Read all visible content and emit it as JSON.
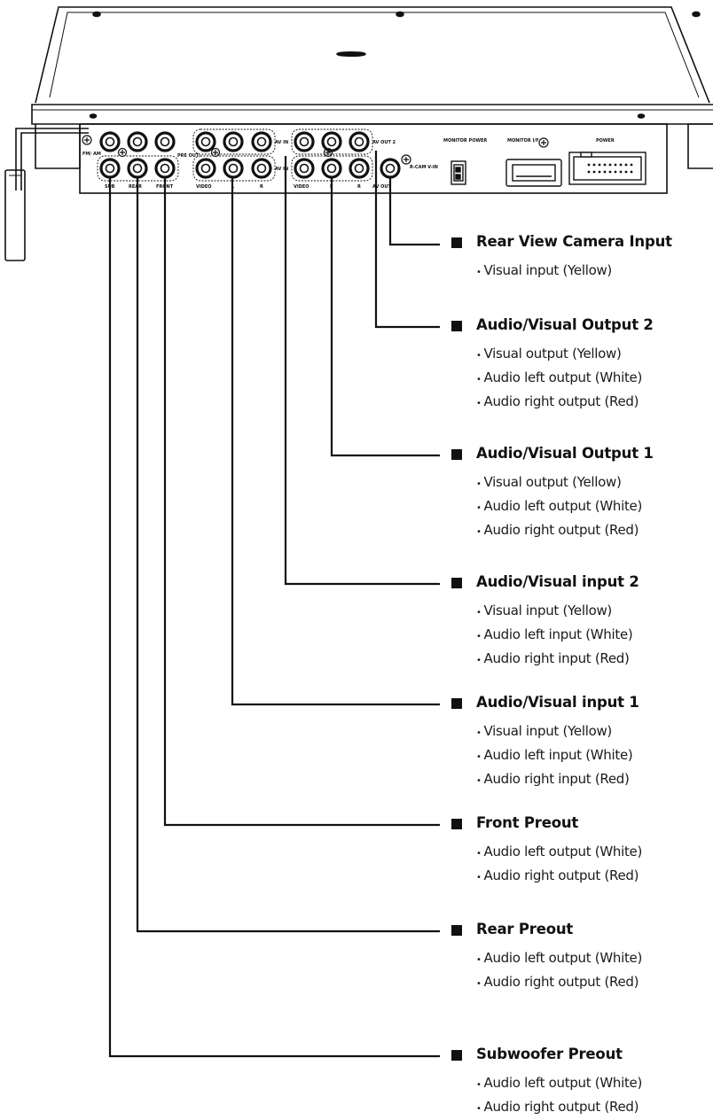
{
  "device": {
    "jack_labels": {
      "fm_am": "FM/ AM",
      "sub": "SUB",
      "rear": "REAR",
      "front": "FRONT",
      "pre_out": "PRE OUT",
      "av_in_a": "AV IN",
      "video_a": "VIDEO",
      "l_a": "L",
      "r_a": "R",
      "av_in_b": "AV IN",
      "av_out2": "AV OUT 2",
      "video_b": "VIDEO",
      "l_b": "L",
      "r_b": "R",
      "av_out": "AV OUT",
      "rcam": "R-CAM V-IN",
      "monitor_power": "MONITOR POWER",
      "monitor_if": "MONITOR I/F",
      "power": "POWER"
    }
  },
  "sections": [
    {
      "title": "Rear View Camera Input",
      "items": [
        "Visual input (Yellow)"
      ]
    },
    {
      "title": "Audio/Visual Output 2",
      "items": [
        "Visual output (Yellow)",
        "Audio left output (White)",
        "Audio right output (Red)"
      ]
    },
    {
      "title": "Audio/Visual Output 1",
      "items": [
        "Visual output (Yellow)",
        "Audio left output (White)",
        "Audio right output (Red)"
      ]
    },
    {
      "title": "Audio/Visual input 2",
      "items": [
        "Visual input (Yellow)",
        "Audio left input (White)",
        "Audio right input (Red)"
      ]
    },
    {
      "title": "Audio/Visual input 1",
      "items": [
        "Visual input (Yellow)",
        "Audio left input (White)",
        "Audio right input (Red)"
      ]
    },
    {
      "title": "Front Preout",
      "items": [
        "Audio left output (White)",
        "Audio right output (Red)"
      ]
    },
    {
      "title": "Rear Preout",
      "items": [
        "Audio left output (White)",
        "Audio right output (Red)"
      ]
    },
    {
      "title": "Subwoofer Preout",
      "items": [
        "Audio left output (White)",
        "Audio right output (Red)"
      ]
    }
  ]
}
